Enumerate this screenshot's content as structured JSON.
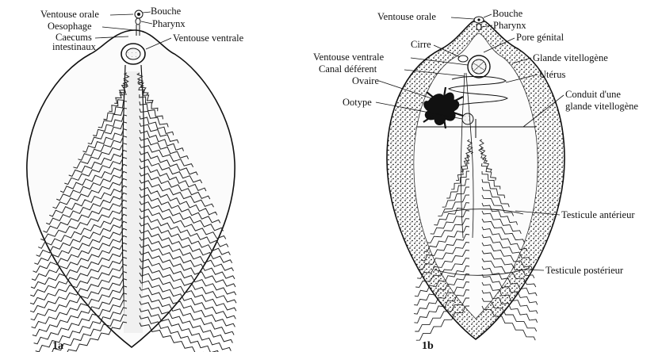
{
  "figures": [
    {
      "id": "1a",
      "caption": "1a",
      "labels": {
        "ventouse_orale": "Ventouse orale",
        "bouche": "Bouche",
        "oesophage": "Oesophage",
        "pharynx": "Pharynx",
        "caecums": "Caecums",
        "intestinaux": "intestinaux",
        "ventouse_ventrale": "Ventouse ventrale"
      }
    },
    {
      "id": "1b",
      "caption": "1b",
      "labels": {
        "ventouse_orale": "Ventouse orale",
        "bouche": "Bouche",
        "pharynx": "Pharynx",
        "cirre": "Cirre",
        "pore_genital": "Pore génital",
        "ventouse_ventrale": "Ventouse ventrale",
        "glande_vitellogene": "Glande vitellogène",
        "canal_deferent": "Canal déférent",
        "uterus": "Utérus",
        "ovaire": "Ovaire",
        "conduit_line1": "Conduit d'une",
        "conduit_line2": "glande vitellogène",
        "ootype": "Ootype",
        "testicule_anterieur": "Testicule antérieur",
        "testicule_posterieur": "Testicule postérieur"
      }
    }
  ]
}
